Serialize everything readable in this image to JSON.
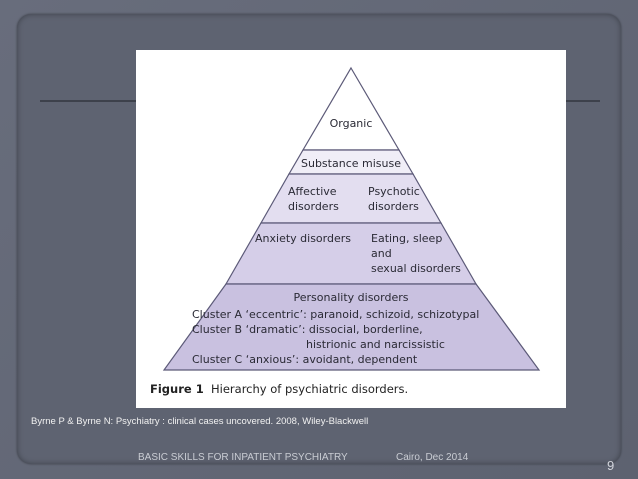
{
  "figure": {
    "tiers": {
      "organic": "Organic",
      "substance": "Substance misuse",
      "affective_1": "Affective",
      "affective_2": "disorders",
      "psychotic_1": "Psychotic",
      "psychotic_2": "disorders",
      "anxiety": "Anxiety disorders",
      "eating_1": "Eating, sleep",
      "eating_2": "and",
      "eating_3": "sexual disorders",
      "personality": "Personality disorders",
      "cluster_a": "Cluster A ‘eccentric’: paranoid, schizoid, schizotypal",
      "cluster_b": "Cluster B ‘dramatic’: dissocial, borderline,",
      "cluster_b2": "histrionic and narcissistic",
      "cluster_c": "Cluster C ‘anxious’: avoidant, dependent"
    },
    "caption_label": "Figure 1",
    "caption_text": "Hierarchy of psychiatric disorders.",
    "colors": {
      "tier_top": "#ffffff",
      "tier_2": "#f0eef7",
      "tier_3": "#e3def0",
      "tier_4": "#d5cee8",
      "tier_5": "#c9c1e0",
      "outline": "#5c5a78"
    }
  },
  "citation": "Byrne P & Byrne N: Psychiatry : clinical cases uncovered. 2008, Wiley-Blackwell",
  "footer": {
    "title": "BASIC SKILLS FOR INPATIENT PSYCHIATRY",
    "date": "Cairo, Dec 2014",
    "page": "9"
  }
}
